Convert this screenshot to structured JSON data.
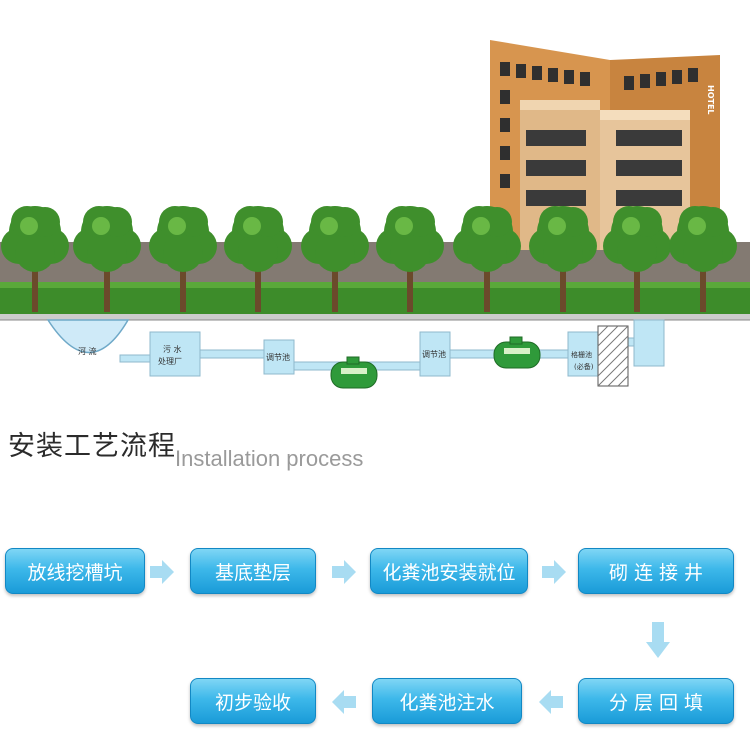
{
  "scene": {
    "hotel_sign": "HOTEL",
    "river_label": "河 流",
    "plant_label": [
      "污 水",
      "处理厂"
    ],
    "tank_label_1": "调节池",
    "tank_label_2": "调节池",
    "grease_label": [
      "格栅池",
      "(必备)"
    ]
  },
  "heading": {
    "title_cn": "安装工艺流程",
    "title_en": "Installation process"
  },
  "steps": [
    "放线挖槽坑",
    "基底垫层",
    "化粪池安装就位",
    "砌 连 接 井",
    "分 层 回 填",
    "化粪池注水",
    "初步验收"
  ],
  "colors": {
    "step_blue": "#1a9bd8",
    "arrow_blue": "#a8dcf2",
    "grass": "#3d8c2a",
    "pipe": "#bfe6f5"
  }
}
